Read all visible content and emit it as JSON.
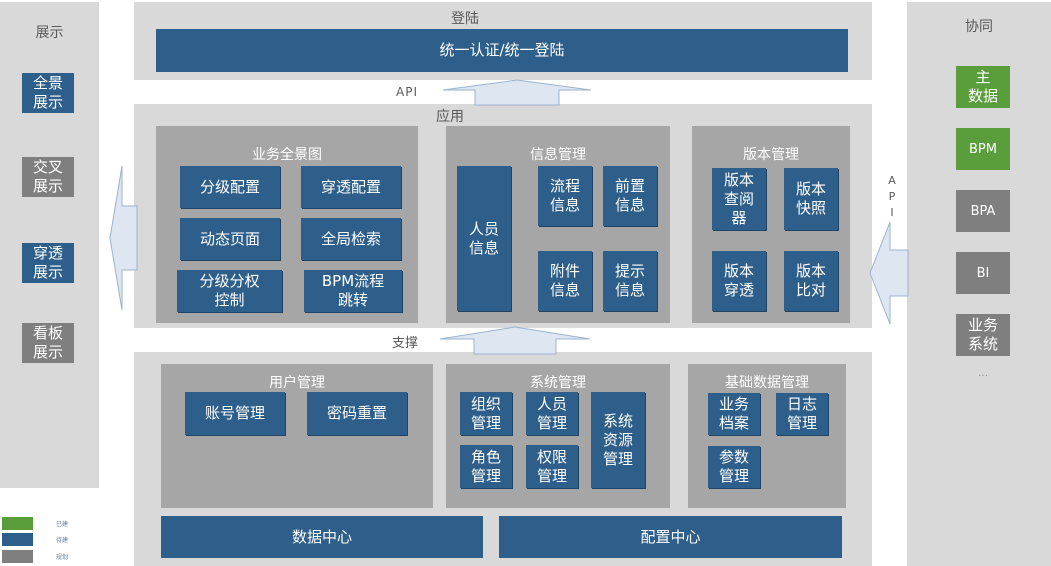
{
  "left": {
    "title": "展示",
    "items": [
      "全景\n展示",
      "交叉\n展示",
      "穿透\n展示",
      "看板\n展示"
    ]
  },
  "right": {
    "title": "协同",
    "items": [
      "主\n数据",
      "BPM",
      "BPA",
      "BI",
      "业务\n系统"
    ],
    "more": "…"
  },
  "login": {
    "title": "登陆",
    "bar": "统一认证/统一登陆"
  },
  "api_top": "API",
  "api_right": [
    "A",
    "P",
    "I"
  ],
  "app": {
    "title": "应用",
    "biz": {
      "title": "业务全景图",
      "items": [
        "分级配置",
        "穿透配置",
        "动态页面",
        "全局检索",
        "分级分权\n控制",
        "BPM流程\n跳转"
      ]
    },
    "info": {
      "title": "信息管理",
      "person": "人员\n信息",
      "items": [
        "流程\n信息",
        "前置\n信息",
        "附件\n信息",
        "提示\n信息"
      ]
    },
    "ver": {
      "title": "版本管理",
      "items": [
        "版本\n查阅\n器",
        "版本\n快照",
        "版本\n穿透",
        "版本\n比对"
      ]
    }
  },
  "support": {
    "label": "支撑",
    "user": {
      "title": "用户管理",
      "items": [
        "账号管理",
        "密码重置"
      ]
    },
    "sys": {
      "title": "系统管理",
      "items": [
        "组织\n管理",
        "人员\n管理",
        "角色\n管理",
        "权限\n管理"
      ],
      "res": "系统\n资源\n管理"
    },
    "base": {
      "title": "基础数据管理",
      "items": [
        "业务\n档案",
        "日志\n管理",
        "参数\n管理"
      ]
    },
    "data_center": "数据中心",
    "config_center": "配置中心"
  },
  "legend": [
    "已建",
    "待建",
    "规划"
  ],
  "colors": {
    "built": "#5a9e3c",
    "pending": "#2e5f8a",
    "planned": "#7f7f7f",
    "panel": "#d9d9d9",
    "section": "#a6a6a6"
  }
}
